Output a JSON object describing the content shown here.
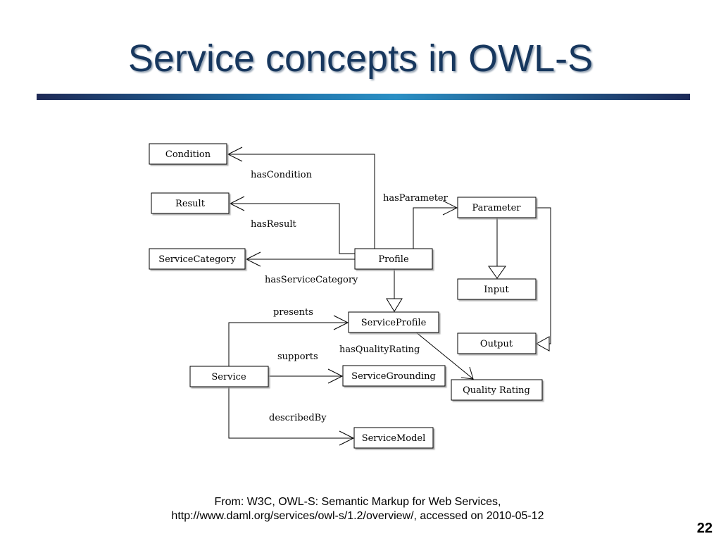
{
  "slide": {
    "title": "Service concepts in OWL-S",
    "footer_line1": "From: W3C, OWL-S: Semantic Markup for Web Services,",
    "footer_line2": "http://www.daml.org/services/owl-s/1.2/overview/, accessed on 2010-05-12",
    "page_number": "22"
  },
  "diagram": {
    "classes": {
      "condition": "Condition",
      "result": "Result",
      "service_category": "ServiceCategory",
      "profile": "Profile",
      "parameter": "Parameter",
      "input": "Input",
      "output": "Output",
      "service_profile": "ServiceProfile",
      "service": "Service",
      "service_grounding": "ServiceGrounding",
      "quality_rating": "Quality Rating",
      "service_model": "ServiceModel"
    },
    "relations": {
      "has_condition": "hasCondition",
      "has_result": "hasResult",
      "has_service_category": "hasServiceCategory",
      "has_parameter": "hasParameter",
      "presents": "presents",
      "supports": "supports",
      "has_quality_rating": "hasQualityRating",
      "described_by": "describedBy"
    }
  }
}
